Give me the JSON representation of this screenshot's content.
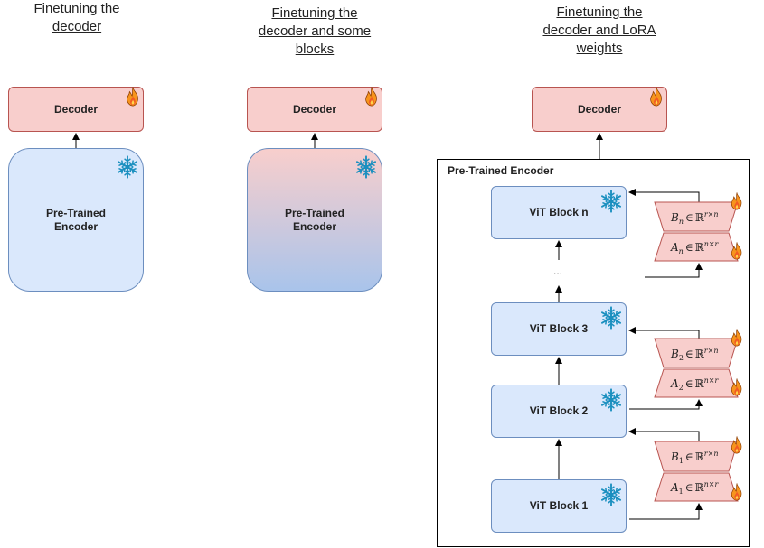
{
  "titles": {
    "col1": [
      "Finetuning the",
      "decoder"
    ],
    "col2": [
      "Finetuning the",
      "decoder and some",
      "blocks"
    ],
    "col3": [
      "Finetuning the",
      "decoder and LoRA",
      "weights"
    ]
  },
  "col1": {
    "decoder": "Decoder",
    "encoder": [
      "Pre-Trained",
      "Encoder"
    ]
  },
  "col2": {
    "decoder": "Decoder",
    "encoder": [
      "Pre-Trained",
      "Encoder"
    ]
  },
  "col3": {
    "decoder": "Decoder",
    "frame_label": "Pre-Trained Encoder",
    "blocks": {
      "n": "ViT Block n",
      "b3": "ViT Block 3",
      "b2": "ViT Block 2",
      "b1": "ViT Block 1"
    },
    "ellipsis": "...",
    "lora": {
      "Bn": {
        "var": "B",
        "sub": "n",
        "dims": "r×n"
      },
      "An": {
        "var": "A",
        "sub": "n",
        "dims": "n×r"
      },
      "B2": {
        "var": "B",
        "sub": "2",
        "dims": "r×n"
      },
      "A2": {
        "var": "A",
        "sub": "2",
        "dims": "n×r"
      },
      "B1": {
        "var": "B",
        "sub": "1",
        "dims": "r×n"
      },
      "A1": {
        "var": "A",
        "sub": "1",
        "dims": "n×r"
      }
    },
    "lora_symbols": {
      "in": "∈",
      "reals": "ℝ"
    }
  },
  "colors": {
    "decoder_fill": "#f8cecc",
    "decoder_stroke": "#b85450",
    "encoder_fill": "#dae8fc",
    "encoder_stroke": "#6c8ebf",
    "gradient_bottom": "#a9c4eb",
    "snowflake": "#1a8fbf",
    "flame_outer": "#f7941d",
    "flame_inner": "#f15a24"
  },
  "icons": {
    "frozen": "snowflake-icon",
    "trainable": "flame-icon"
  }
}
